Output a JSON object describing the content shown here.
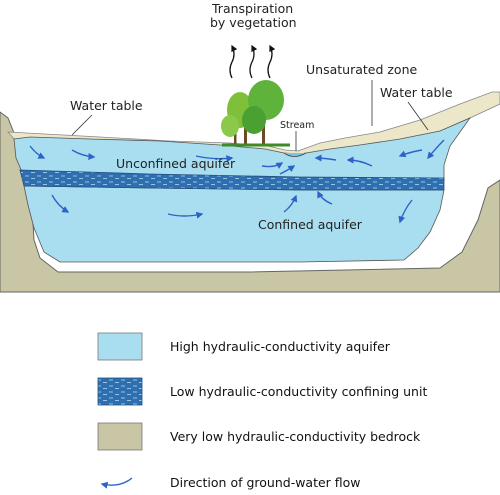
{
  "labels": {
    "transpiration_line1": "Transpiration",
    "transpiration_line2": "by vegetation",
    "unsaturated_zone": "Unsaturated zone",
    "water_table_left": "Water table",
    "water_table_right": "Water table",
    "stream": "Stream",
    "unconfined_aquifer": "Unconfined aquifer",
    "confined_aquifer": "Confined aquifer"
  },
  "legend": {
    "items": [
      {
        "label": "High hydraulic-conductivity aquifer"
      },
      {
        "label": "Low hydraulic-conductivity confining unit"
      },
      {
        "label": "Very low hydraulic-conductivity bedrock"
      },
      {
        "label": "Direction of ground-water flow"
      }
    ]
  },
  "colors": {
    "aquifer": "#a9def0",
    "confining_unit": "#2f6fb0",
    "bedrock": "#c8c6a4",
    "unsaturated": "#ece7c9",
    "flow_arrow": "#2d63c8",
    "vegetation": "#5fb33a"
  }
}
